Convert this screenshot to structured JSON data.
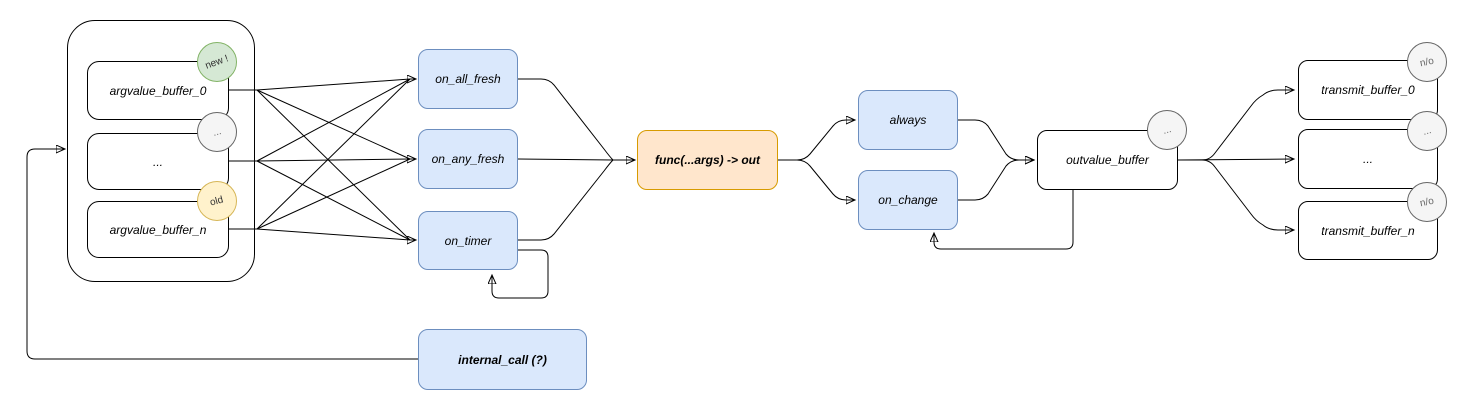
{
  "diagram": {
    "argvalue_group": {
      "buffer_0": "argvalue_buffer_0",
      "ellipsis": "...",
      "buffer_n": "argvalue_buffer_n",
      "badge_new": "new !",
      "badge_ellipsis": "...",
      "badge_old": "old"
    },
    "trigger_nodes": {
      "on_all_fresh": "on_all_fresh",
      "on_any_fresh": "on_any_fresh",
      "on_timer": "on_timer"
    },
    "func_node": {
      "label": "func(...args) -> out"
    },
    "emit_nodes": {
      "always": "always",
      "on_change": "on_change"
    },
    "outvalue_node": {
      "label": "outvalue_buffer",
      "badge_ellipsis": "..."
    },
    "transmit_group": {
      "buffer_0": "transmit_buffer_0",
      "ellipsis": "...",
      "buffer_n": "transmit_buffer_n",
      "badge_no_top": "n/o",
      "badge_ellipsis": "...",
      "badge_no_bottom": "n/o"
    },
    "internal_call_node": {
      "label": "internal_call (?)"
    },
    "colors": {
      "blue_fill": "#dae8fc",
      "blue_stroke": "#6c8ebf",
      "orange_fill": "#ffe6cc",
      "orange_stroke": "#d79b00",
      "green_fill": "#d5e8d4",
      "green_stroke": "#82b366",
      "yellow_fill": "#fff2cc",
      "yellow_stroke": "#d6b656",
      "gray_fill": "#f5f5f5",
      "gray_stroke": "#666666",
      "plain_stroke": "#000000",
      "edge": "#000000",
      "background": "#ffffff"
    }
  }
}
